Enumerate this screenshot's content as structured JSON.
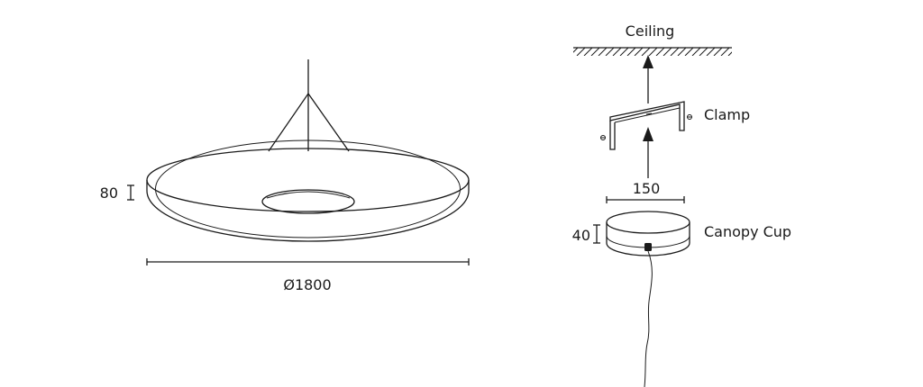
{
  "labels": {
    "height_left": "80",
    "diameter": "Ø1800",
    "ceiling": "Ceiling",
    "clamp": "Clamp",
    "clamp_width": "150",
    "canopy_height": "40",
    "canopy": "Canopy Cup"
  },
  "colors": {
    "line": "#1a1a1a",
    "background": "#ffffff"
  }
}
